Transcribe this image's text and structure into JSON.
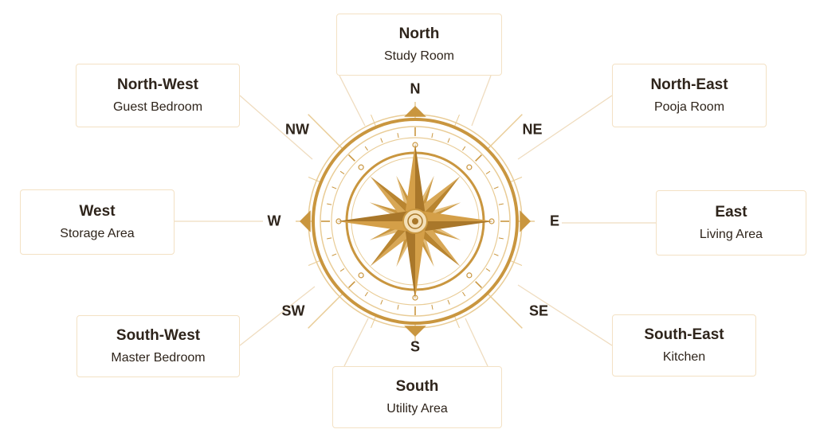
{
  "colors": {
    "gold": "#c9963f",
    "gold_light": "#e9cc96",
    "line": "#efdcbf",
    "text": "#2e241b"
  },
  "compass_labels": {
    "n": "N",
    "ne": "NE",
    "e": "E",
    "se": "SE",
    "s": "S",
    "sw": "SW",
    "w": "W",
    "nw": "NW"
  },
  "rooms": {
    "north": {
      "direction": "North",
      "room": "Study Room"
    },
    "north_east": {
      "direction": "North-East",
      "room": "Pooja Room"
    },
    "east": {
      "direction": "East",
      "room": "Living Area"
    },
    "south_east": {
      "direction": "South-East",
      "room": "Kitchen"
    },
    "south": {
      "direction": "South",
      "room": "Utility Area"
    },
    "south_west": {
      "direction": "South-West",
      "room": "Master Bedroom"
    },
    "west": {
      "direction": "West",
      "room": "Storage Area"
    },
    "north_west": {
      "direction": "North-West",
      "room": "Guest Bedroom"
    }
  }
}
